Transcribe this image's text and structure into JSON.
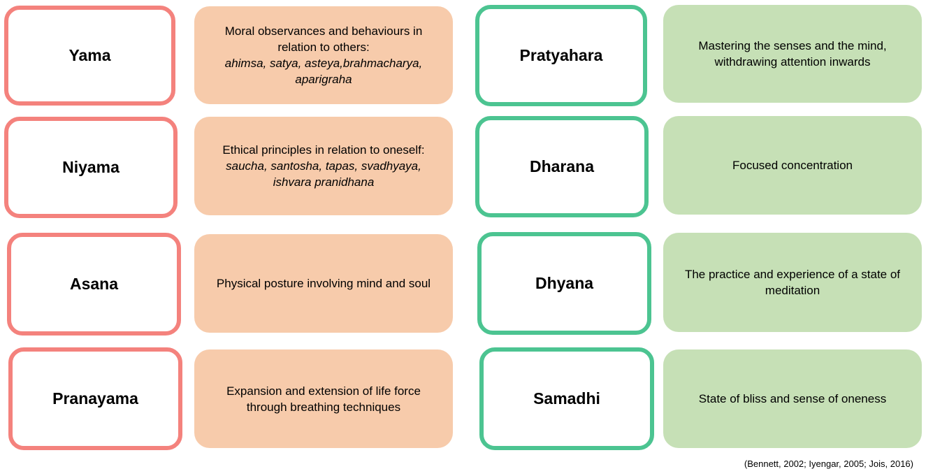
{
  "left_column": [
    {
      "term": "Yama",
      "description_lines": [
        "Moral observances and behaviours in",
        "relation to others:"
      ],
      "examples_lines": [
        "ahimsa, satya, asteya,brahmacharya,",
        "aparigraha"
      ]
    },
    {
      "term": "Niyama",
      "description_lines": [
        "Ethical principles in relation to oneself:"
      ],
      "examples_lines": [
        "saucha, santosha, tapas, svadhyaya,",
        "ishvara pranidhana"
      ]
    },
    {
      "term": "Asana",
      "description_lines": [
        "Physical posture involving mind and soul"
      ],
      "examples_lines": []
    },
    {
      "term": "Pranayama",
      "description_lines": [
        "Expansion and extension of life force",
        "through breathing techniques"
      ],
      "examples_lines": []
    }
  ],
  "right_column": [
    {
      "term": "Pratyahara",
      "description_lines": [
        "Mastering the senses and the mind,",
        "withdrawing attention inwards"
      ]
    },
    {
      "term": "Dharana",
      "description_lines": [
        "Focused concentration"
      ]
    },
    {
      "term": "Dhyana",
      "description_lines": [
        "The practice and experience of a state of",
        "meditation"
      ]
    },
    {
      "term": "Samadhi",
      "description_lines": [
        "State of bliss and sense of oneness"
      ]
    }
  ],
  "citation": "(Bennett, 2002; Iyengar, 2005; Jois, 2016)",
  "colors": {
    "left_term_border": "#f4827d",
    "left_desc_fill": "#f7cbab",
    "right_term_border": "#4cc491",
    "right_desc_fill": "#c6e0b6"
  }
}
